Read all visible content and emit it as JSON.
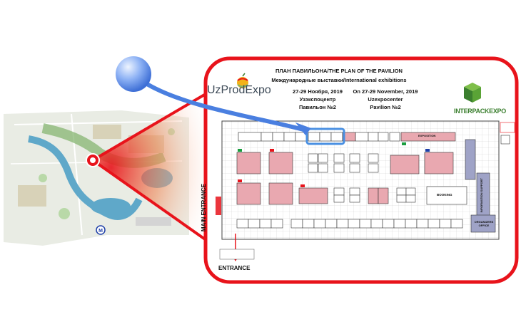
{
  "header": {
    "title": "ПЛАН ПАВИЛЬОНА/THE PLAN OF THE PAVILION",
    "subtitle": "Международные выставки/International exhibitions",
    "ru_lines": [
      "27-29 Ноября, 2019",
      "Узэкспоцентр",
      "Павильон №2"
    ],
    "en_lines": [
      "On 27-29 November, 2019",
      "Uzexpocenter",
      "Pavilion №2"
    ]
  },
  "logos": {
    "left": "UzProdExpo",
    "right": "INTERPACKEXPO"
  },
  "labels": {
    "main_entrance": "MAIN ENTRANCE",
    "entrance": "ENTRANCE",
    "booking": "BOOKING",
    "organizers_office": "ORGANIZERS OFFICE",
    "information_support": "INFORMATION SUPPORT",
    "expo": "EXPOSITION"
  },
  "colors": {
    "frame": "#e8131b",
    "booth_pink": "#e9a8b0",
    "grid": "#bdbdbd",
    "highlight": "#4a90e2",
    "pointer_ball": "#7ea7f2",
    "water": "#5fa8c9",
    "park": "#7fb26a"
  },
  "icons": [
    "metro-icon",
    "pointer-ball-icon"
  ]
}
